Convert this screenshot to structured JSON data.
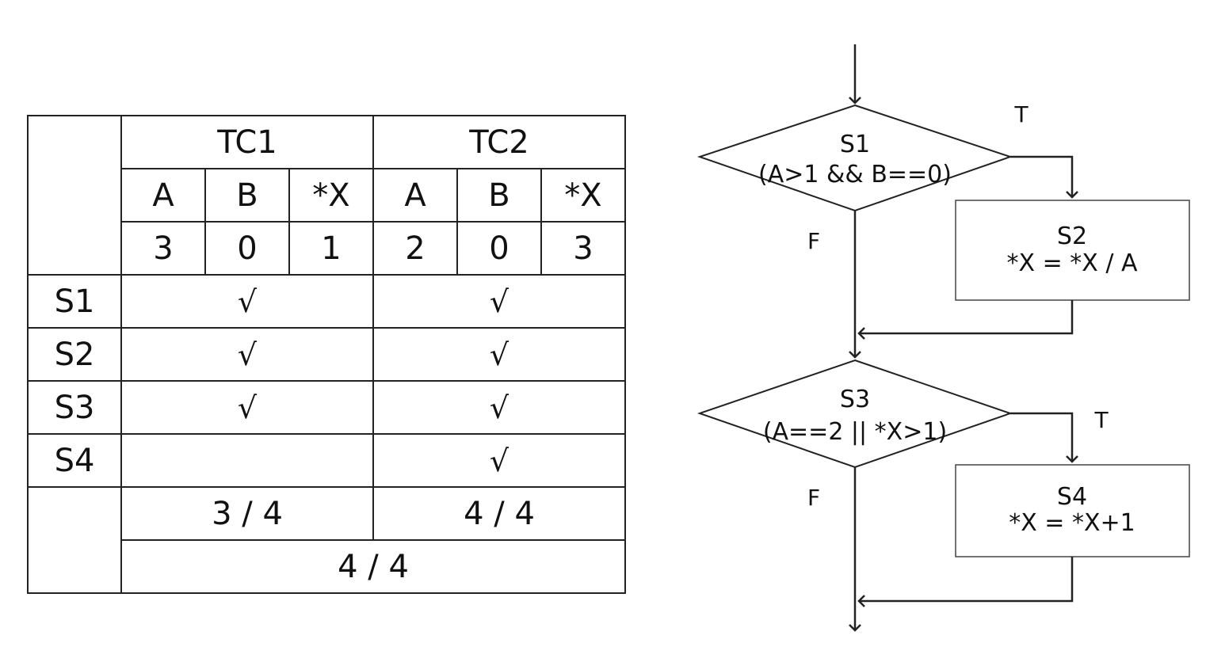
{
  "table": {
    "test_cases": [
      {
        "name": "TC1",
        "inputs": [
          "3",
          "0",
          "1"
        ],
        "coverage": "3 / 4"
      },
      {
        "name": "TC2",
        "inputs": [
          "2",
          "0",
          "3"
        ],
        "coverage": "4 / 4"
      }
    ],
    "input_headers": [
      "A",
      "B",
      "*X"
    ],
    "statements": [
      {
        "label": "S1",
        "marks": [
          "√",
          "√"
        ]
      },
      {
        "label": "S2",
        "marks": [
          "√",
          "√"
        ]
      },
      {
        "label": "S3",
        "marks": [
          "√",
          "√"
        ]
      },
      {
        "label": "S4",
        "marks": [
          "",
          "√"
        ]
      }
    ],
    "total_coverage": "4 / 4"
  },
  "flowchart": {
    "d1": {
      "label": "S1",
      "condition": "(A>1 && B==0)",
      "true_label": "T",
      "false_label": "F"
    },
    "p1": {
      "label": "S2",
      "code": "*X = *X / A"
    },
    "d2": {
      "label": "S3",
      "condition": "(A==2 ||  *X>1)",
      "true_label": "T",
      "false_label": "F"
    },
    "p2": {
      "label": "S4",
      "code": "*X = *X+1"
    }
  }
}
